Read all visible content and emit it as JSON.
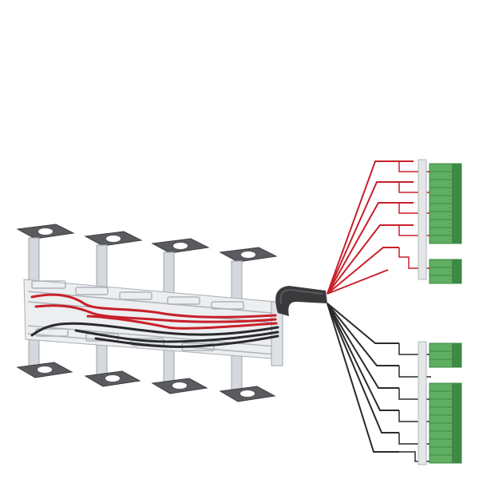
{
  "scene": {
    "subject": "cable-harness-with-busbars-and-terminal-connectors",
    "background_color": "#ffffff",
    "colors": {
      "plate_dark": "#5a5b5e",
      "plate_edge": "#3d3e41",
      "bracket": "#d5d8dc",
      "bracket_edge": "#9fa4aa",
      "wire_red": "#c8202a",
      "wire_black": "#2a2a2c",
      "sleeve": "#3a3a3c",
      "connector_green": "#5fae62",
      "connector_green_dark": "#3e8a44",
      "connector_frame": "#e4e6e8"
    },
    "counts": {
      "mounting_posts": 4,
      "red_wires": 6,
      "black_wires": 6,
      "connector_blocks_upper": 2,
      "connector_blocks_lower": 2
    }
  }
}
